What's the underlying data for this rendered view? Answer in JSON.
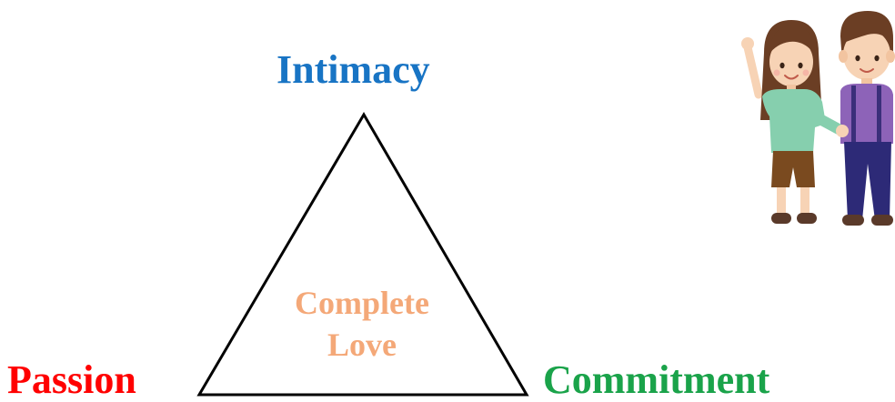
{
  "diagram": {
    "vertices": {
      "top": "Intimacy",
      "left": "Passion",
      "right": "Commitment"
    },
    "center": {
      "line1": "Complete",
      "line2": "Love"
    }
  },
  "colors": {
    "intimacy": "#1874c4",
    "passion": "#ff0000",
    "commitment": "#1aa34a",
    "center": "#f4a878",
    "triangle_stroke": "#000000"
  },
  "illustration": {
    "icon": "couple-icon"
  }
}
